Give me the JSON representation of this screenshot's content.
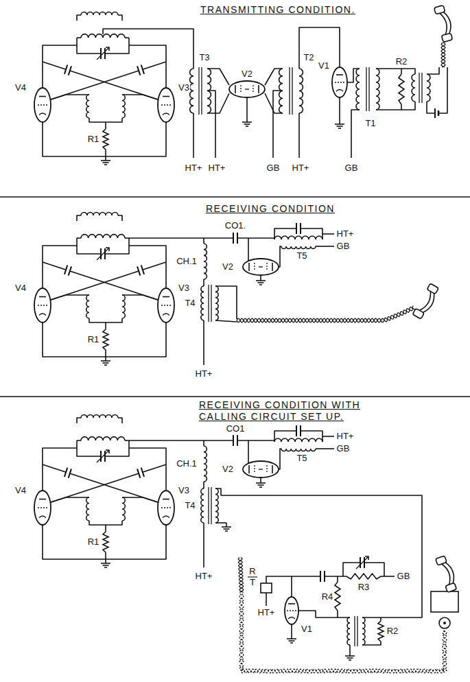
{
  "diagram": {
    "labels": [
      "TRANSMITTING CONDITION.",
      "V4",
      "V3",
      "R1",
      "T3",
      "V2",
      "T2",
      "V1",
      "HT+",
      "HT+",
      "GB",
      "HT+",
      "GB",
      "T1",
      "R2",
      "RECEIVING CONDITION",
      "V4",
      "V3",
      "R1",
      "CO1.",
      "CH.1",
      "T4",
      "V2",
      "T5",
      "HT+",
      "GB",
      "HT+",
      "RECEIVING CONDITION WITH CALLING CIRCUIT SET UP.",
      "V4",
      "V3",
      "R1",
      "CO1",
      "CH.1",
      "T4",
      "V2",
      "T5",
      "HT+",
      "GB",
      "HT+",
      "R",
      "T",
      "HT+",
      "V1",
      "R4",
      "R3",
      "GB",
      "R2"
    ]
  }
}
